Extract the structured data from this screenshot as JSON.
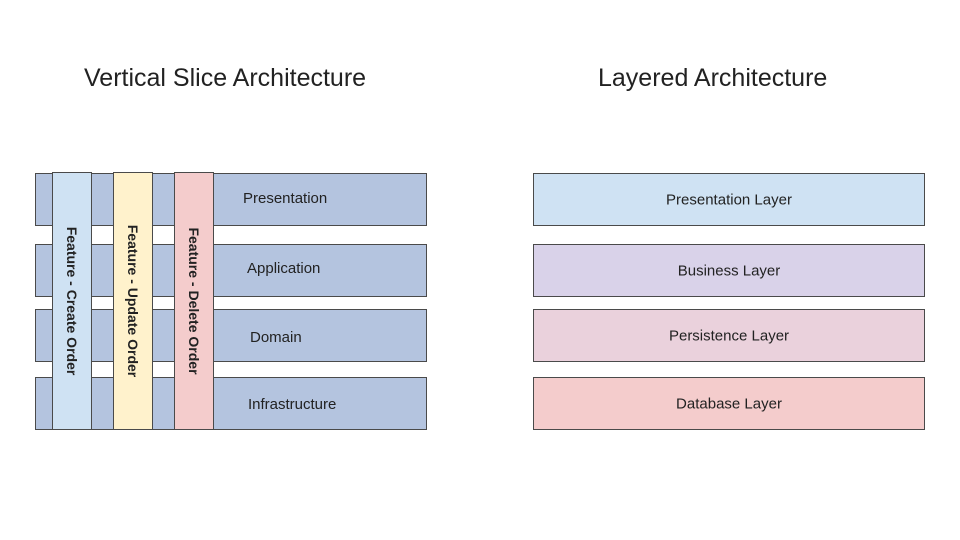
{
  "left": {
    "title": "Vertical Slice Architecture",
    "layers": [
      "Presentation",
      "Application",
      "Domain",
      "Infrastructure"
    ],
    "slices": [
      {
        "label": "Feature - Create Order",
        "color": "#cfe2f3"
      },
      {
        "label": "Feature - Update Order",
        "color": "#fff2cc"
      },
      {
        "label": "Feature - Delete Order",
        "color": "#f4cccc"
      }
    ],
    "layer_color": "#b4c4df"
  },
  "right": {
    "title": "Layered Architecture",
    "layers": [
      {
        "label": "Presentation Layer",
        "color": "#cfe2f3"
      },
      {
        "label": "Business Layer",
        "color": "#d9d2e9"
      },
      {
        "label": "Persistence Layer",
        "color": "#ead1dc"
      },
      {
        "label": "Database Layer",
        "color": "#f4cccc"
      }
    ]
  }
}
